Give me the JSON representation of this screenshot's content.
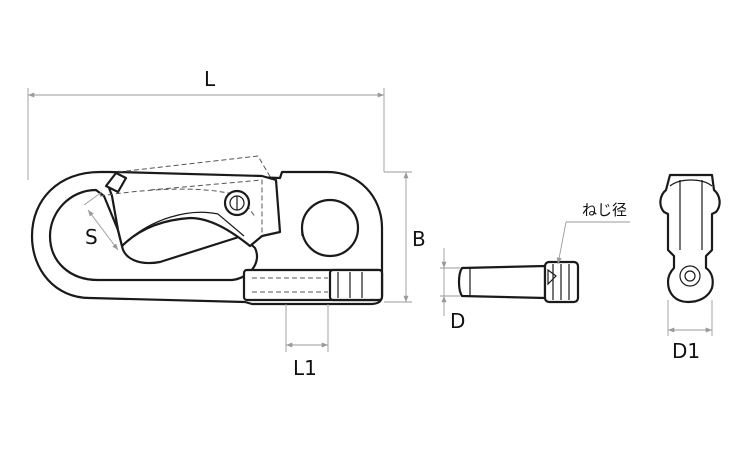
{
  "labels": {
    "L": "L",
    "L1": "L1",
    "S": "S",
    "B": "B",
    "D": "D",
    "D1": "D1",
    "thread": "ねじ径"
  },
  "colors": {
    "line": "#1a1a1a",
    "dimension": "#9a9a9a",
    "background": "#ffffff"
  }
}
